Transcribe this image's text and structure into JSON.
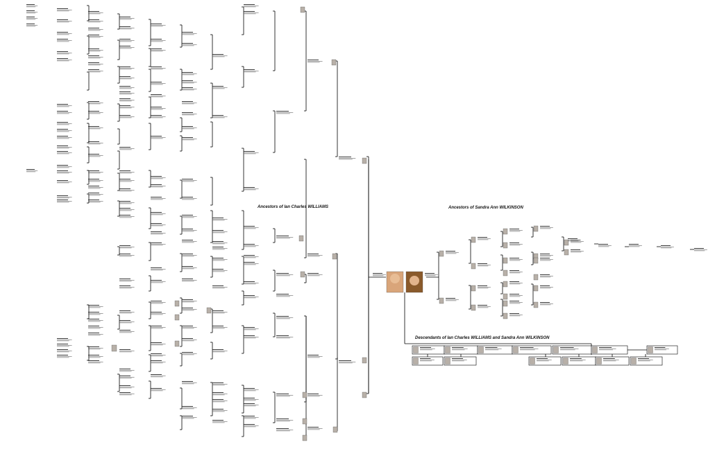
{
  "headings": {
    "ancestors_ian": "Ancestors of Ian Charles WILLIAMS",
    "ancestors_sandra": "Ancestors of Sandra Ann WILKINSON",
    "descendants": "Descendants of Ian Charles WILLIAMS and Sandra Ann WILKINSON"
  },
  "colors": {
    "line": "#000000",
    "text": "#222222",
    "subtext": "#666666",
    "photo_fill": "#b8b0a8",
    "face_1": "#d9a57a",
    "face_2": "#8a5a2b"
  },
  "icons": {
    "portrait": "person-photo-icon"
  }
}
